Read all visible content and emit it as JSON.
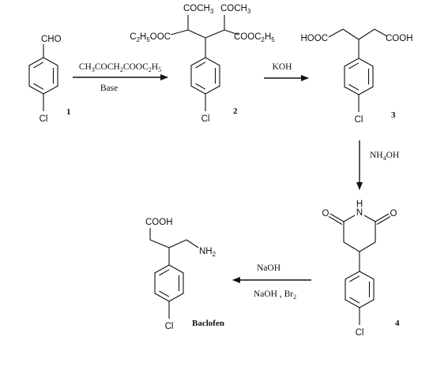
{
  "compounds": {
    "c1": {
      "number": "1",
      "substituent_top": "CHO",
      "substituent_bottom": "Cl"
    },
    "c2": {
      "number": "2",
      "acetyl_left": "COCH3",
      "acetyl_right": "COCH3",
      "ester_left": "C2H5OOC",
      "ester_right": "COOC2H5",
      "substituent_bottom": "Cl"
    },
    "c3": {
      "number": "3",
      "acid_left": "HOOC",
      "acid_right": "COOH",
      "substituent_bottom": "Cl"
    },
    "c4": {
      "number": "4",
      "imide_n": "N",
      "imide_h": "H",
      "oxygen_left": "O",
      "oxygen_right": "O",
      "substituent_bottom": "Cl"
    },
    "baclofen": {
      "name": "Baclofen",
      "acid": "COOH",
      "amine": "NH2",
      "substituent_bottom": "Cl"
    }
  },
  "steps": {
    "s1": {
      "reagent_top": "CH3COCH2COOC2H5",
      "reagent_bottom": "Base"
    },
    "s2": {
      "reagent_top": "KOH"
    },
    "s3": {
      "reagent_right": "NH4OH"
    },
    "s4": {
      "reagent_top": "NaOH",
      "reagent_bottom": "NaOH , Br2"
    }
  }
}
